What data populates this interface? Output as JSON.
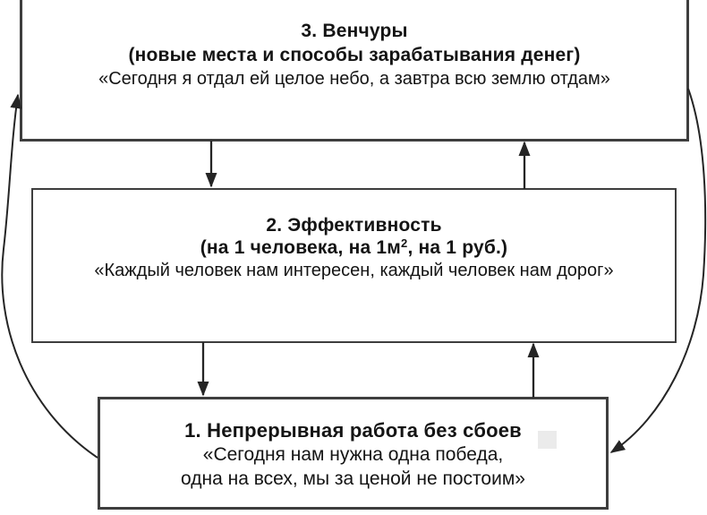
{
  "diagram": {
    "background_color": "#ffffff",
    "border_color": "#3e3e3e",
    "text_color": "#141414",
    "arrow_color": "#252525",
    "boxes": [
      {
        "id": "ventures",
        "title": "3. Венчуры",
        "subtitle": "(новые места и способы зарабатывания денег)",
        "quote": "«Сегодня я отдал ей целое небо, а завтра всю землю отдам»"
      },
      {
        "id": "efficiency",
        "title": "2. Эффективность",
        "subtitle_pre": "(на 1 человека, на 1м",
        "subtitle_sup": "2",
        "subtitle_post": ", на 1 руб.)",
        "quote": "«Каждый человек нам интересен, каждый человек нам дорог»"
      },
      {
        "id": "continuous-work",
        "title": "1. Непрерывная работа без сбоев",
        "quote_line1": "«Сегодня нам нужна одна победа,",
        "quote_line2": "одна на всех, мы за ценой не постоим»"
      }
    ],
    "arrows": [
      {
        "from": "ventures",
        "to": "efficiency",
        "shape": "straight-vertical-down"
      },
      {
        "from": "efficiency",
        "to": "ventures",
        "shape": "straight-vertical-up"
      },
      {
        "from": "efficiency",
        "to": "continuous-work",
        "shape": "straight-vertical-down"
      },
      {
        "from": "continuous-work",
        "to": "efficiency",
        "shape": "straight-vertical-up"
      },
      {
        "from": "continuous-work",
        "to": "ventures",
        "shape": "curved-left-side-up"
      },
      {
        "from": "ventures",
        "to": "continuous-work",
        "shape": "curved-right-side-down"
      }
    ]
  }
}
